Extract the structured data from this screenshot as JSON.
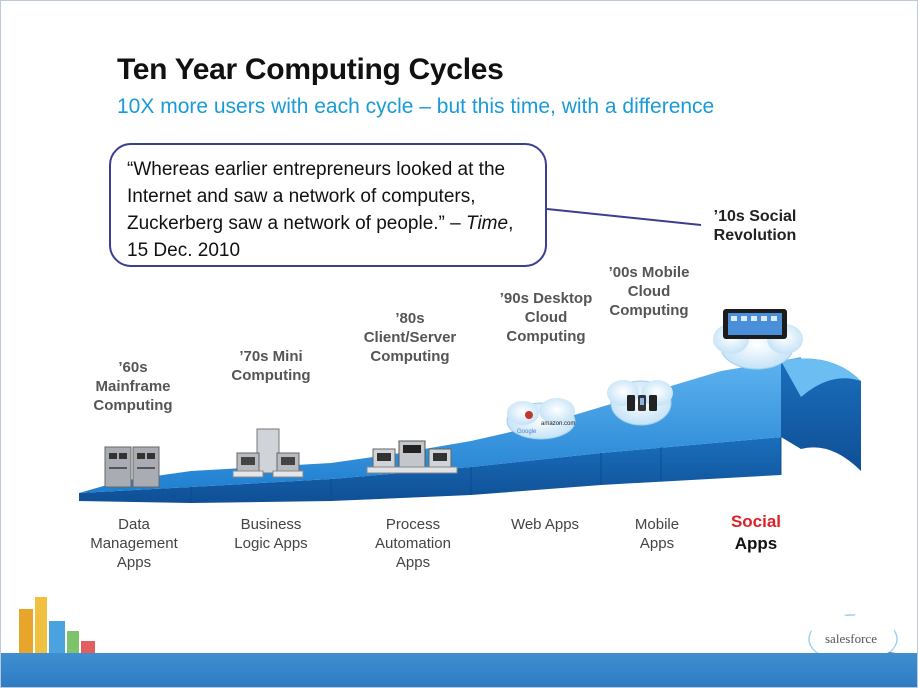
{
  "slide": {
    "title": "Ten Year Computing Cycles",
    "subtitle": "10X more users with each cycle – but this time, with a difference",
    "quote": {
      "text": "“Whereas earlier entrepreneurs looked at the Internet and saw a network of computers, Zuckerberg saw a network of people.” – ",
      "source": "Time",
      "date": ", 15 Dec. 2010"
    }
  },
  "eras": [
    {
      "label": "’60s Mainframe Computing",
      "app": "Data Management Apps",
      "icon": "mainframe-icon"
    },
    {
      "label": "’70s Mini Computing",
      "app": "Business Logic Apps",
      "icon": "minicomputer-icon"
    },
    {
      "label": "’80s Client/Server Computing",
      "app": "Process Automation Apps",
      "icon": "client-server-icon"
    },
    {
      "label": "’90s Desktop Cloud Computing",
      "app": "Web Apps",
      "icon": "web-cloud-icon"
    },
    {
      "label": "’00s Mobile Cloud Computing",
      "app": "Mobile Apps",
      "icon": "mobile-devices-icon"
    },
    {
      "label": "’10s Social Revolution",
      "app_highlight": "Social",
      "app_rest": "Apps",
      "icon": "tablet-icon"
    }
  ],
  "logos": {
    "salesforce": "salesforce",
    "web_cloud_text": [
      "amazon.com",
      "Google"
    ]
  },
  "colors": {
    "subtitle": "#1a9bd7",
    "quote_border": "#3a3f8f",
    "ramp": "#2a8fd8",
    "social": "#d8232a"
  }
}
